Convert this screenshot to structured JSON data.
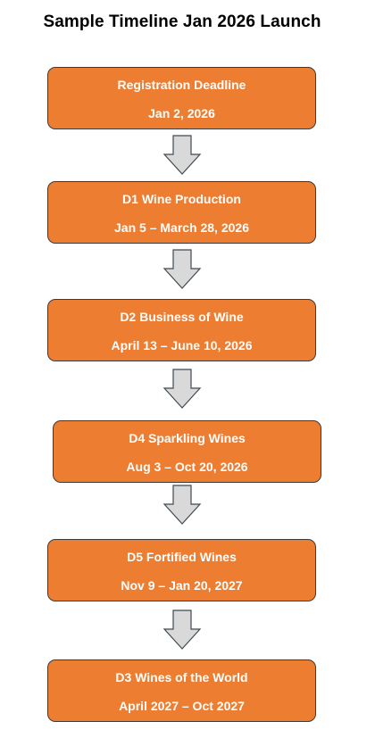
{
  "title": "Sample Timeline Jan 2026 Launch",
  "steps": [
    {
      "name": "Registration Deadline",
      "dates": "Jan 2, 2026"
    },
    {
      "name": "D1 Wine Production",
      "dates": "Jan 5 – March 28, 2026"
    },
    {
      "name": "D2 Business of Wine",
      "dates": "April 13 – June 10, 2026"
    },
    {
      "name": "D4 Sparkling Wines",
      "dates": "Aug 3 – Oct 20, 2026"
    },
    {
      "name": "D5 Fortified Wines",
      "dates": "Nov 9 – Jan 20, 2027"
    },
    {
      "name": "D3 Wines of the World",
      "dates": "April 2027 – Oct 2027"
    }
  ],
  "colors": {
    "box_fill": "#ED7D31",
    "box_border": "#3b3b3b",
    "arrow_fill": "#D9D9D9",
    "arrow_stroke": "#3f4a52"
  }
}
